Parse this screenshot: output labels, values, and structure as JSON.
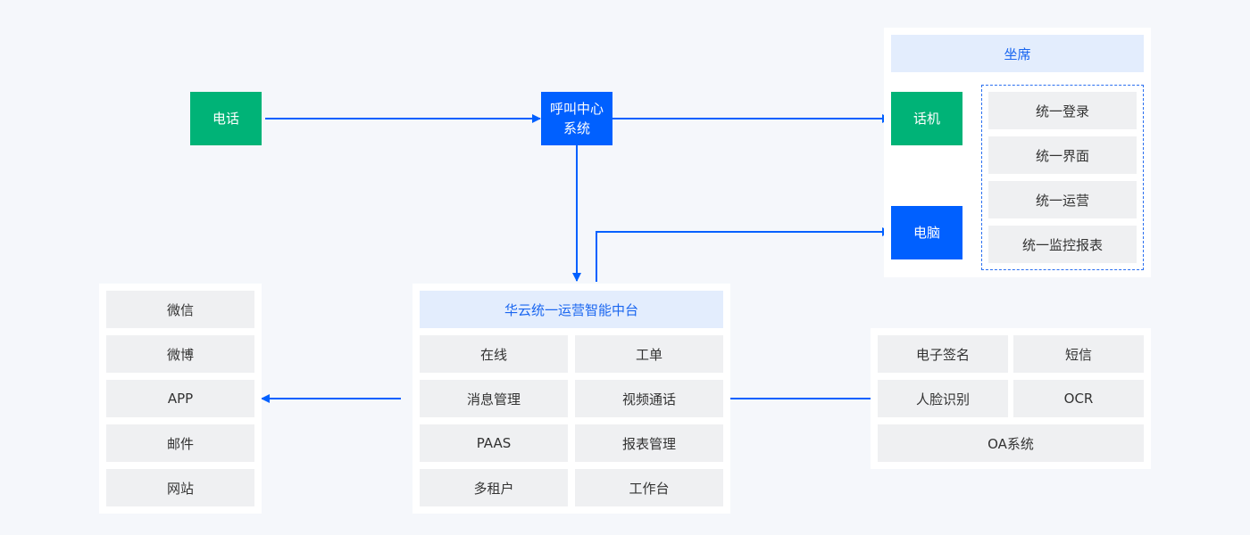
{
  "colors": {
    "accent_blue": "#0060ff",
    "green": "#00b377",
    "header_bg": "#e3edfd",
    "cell_bg": "#eff0f2",
    "background": "#f5f7fb"
  },
  "nodes": {
    "phone": "电话",
    "call_center_line1": "呼叫中心",
    "call_center_line2": "系统",
    "handset": "话机",
    "computer": "电脑"
  },
  "agent": {
    "title": "坐席",
    "items": [
      "统一登录",
      "统一界面",
      "统一运营",
      "统一监控报表"
    ]
  },
  "platform": {
    "title": "华云统一运营智能中台",
    "items": [
      "在线",
      "工单",
      "消息管理",
      "视频通话",
      "PAAS",
      "报表管理",
      "多租户",
      "工作台"
    ]
  },
  "channels": {
    "items": [
      "微信",
      "微博",
      "APP",
      "邮件",
      "网站"
    ]
  },
  "services": {
    "items": [
      "电子签名",
      "短信",
      "人脸识别",
      "OCR",
      "OA系统"
    ]
  }
}
